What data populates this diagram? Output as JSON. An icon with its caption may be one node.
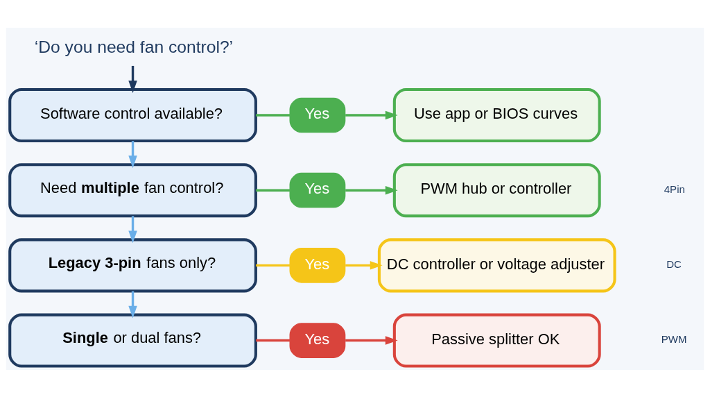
{
  "diagram": {
    "nodes": [
      {
        "text": [
          "‘Do you need fan control?’"
        ]
      },
      {
        "text": [
          "Software control available?"
        ]
      },
      {
        "text": [
          "Yes"
        ]
      },
      {
        "text": [
          "Use app or BIOS curves"
        ]
      },
      {
        "text": [
          "Need **multiple** fan control?"
        ]
      },
      {
        "text": [
          "Yes"
        ]
      },
      {
        "text": [
          "PWM hub or controller"
        ]
      },
      {
        "text": [
          "**Legacy 3-pin** fans only?"
        ]
      },
      {
        "text": [
          "Yes"
        ]
      },
      {
        "text": [
          "DC controller or voltage adjuster"
        ]
      },
      {
        "text": [
          "**Single** or dual fans?"
        ]
      },
      {
        "text": [
          "Yes"
        ]
      },
      {
        "text": [
          "Passive splitter OK"
        ]
      }
    ],
    "edges": [
      {
        "from": 0,
        "to": 1,
        "arrow": "to",
        "color": "#1f3a5f"
      },
      {
        "from": 1,
        "to": 2,
        "arrow": "none",
        "color": "#4caf50"
      },
      {
        "from": 2,
        "to": 3,
        "arrow": "to",
        "color": "#4caf50"
      },
      {
        "from": 1,
        "to": 4,
        "arrow": "to",
        "color": "#6aaee8"
      },
      {
        "from": 4,
        "to": 5,
        "arrow": "none",
        "color": "#4caf50"
      },
      {
        "from": 5,
        "to": 6,
        "arrow": "to",
        "color": "#4caf50"
      },
      {
        "from": 4,
        "to": 7,
        "arrow": "to",
        "color": "#6aaee8"
      },
      {
        "from": 7,
        "to": 8,
        "arrow": "none",
        "color": "#f5c518"
      },
      {
        "from": 8,
        "to": 9,
        "arrow": "to",
        "color": "#f5c518"
      },
      {
        "from": 7,
        "to": 10,
        "arrow": "to",
        "color": "#6aaee8"
      },
      {
        "from": 10,
        "to": 11,
        "arrow": "none",
        "color": "#d9443c"
      },
      {
        "from": 11,
        "to": 12,
        "arrow": "to",
        "color": "#d9443c"
      }
    ],
    "labels": [
      "4Pin",
      "DC",
      "PWM"
    ]
  }
}
